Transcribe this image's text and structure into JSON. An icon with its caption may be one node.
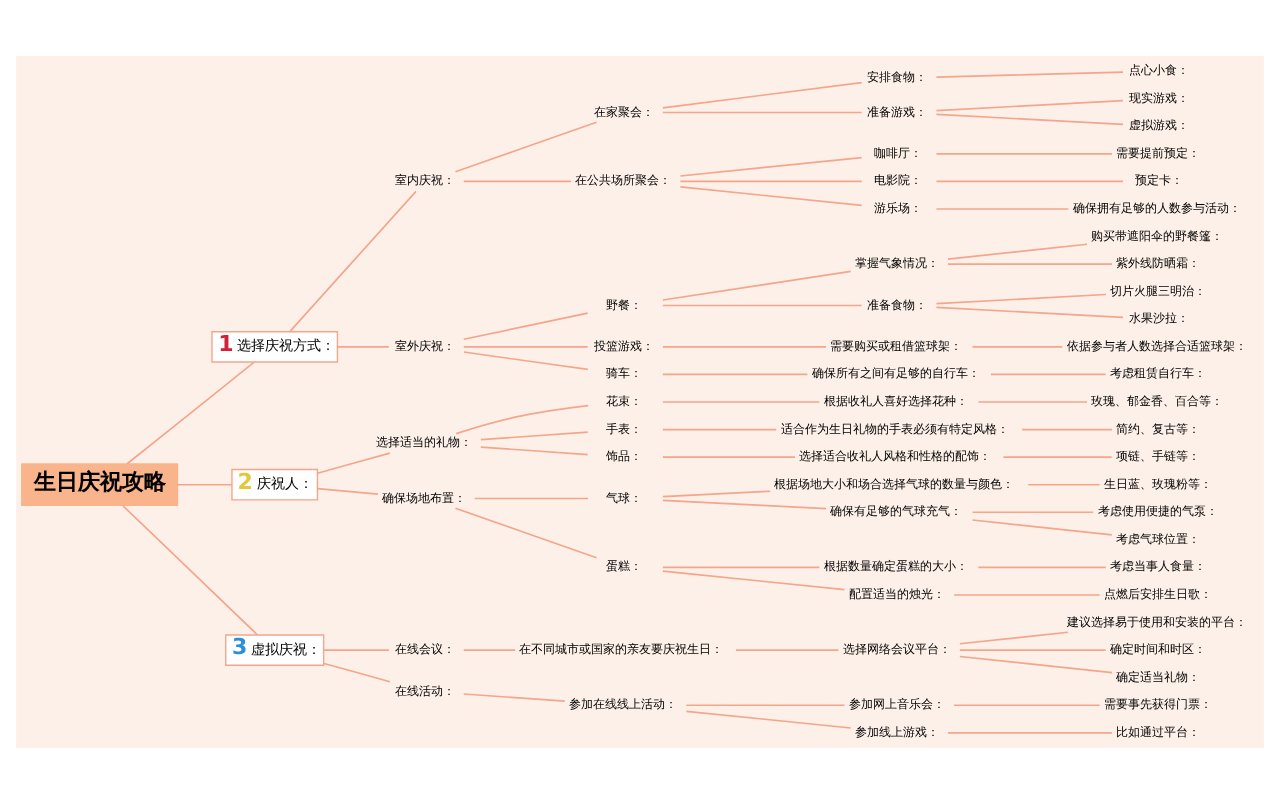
{
  "diagram": {
    "nodes": [
      {
        "text": [
          "生日庆祝攻略"
        ]
      },
      {
        "text": [
          "1",
          "选择庆祝方式："
        ]
      },
      {
        "text": [
          "室内庆祝："
        ]
      },
      {
        "text": [
          "在家聚会："
        ]
      },
      {
        "text": [
          "安排食物："
        ]
      },
      {
        "text": [
          "点心小食："
        ]
      },
      {
        "text": [
          "准备游戏："
        ]
      },
      {
        "text": [
          "现实游戏："
        ]
      },
      {
        "text": [
          "虚拟游戏："
        ]
      },
      {
        "text": [
          "在公共场所聚会："
        ]
      },
      {
        "text": [
          "咖啡厅："
        ]
      },
      {
        "text": [
          "需要提前预定："
        ]
      },
      {
        "text": [
          "电影院："
        ]
      },
      {
        "text": [
          "预定卡："
        ]
      },
      {
        "text": [
          "游乐场："
        ]
      },
      {
        "text": [
          "确保拥有足够的人数参与活动："
        ]
      },
      {
        "text": [
          "室外庆祝："
        ]
      },
      {
        "text": [
          "野餐："
        ]
      },
      {
        "text": [
          "掌握气象情况："
        ]
      },
      {
        "text": [
          "购买带遮阳伞的野餐篷："
        ]
      },
      {
        "text": [
          "紫外线防晒霜："
        ]
      },
      {
        "text": [
          "准备食物："
        ]
      },
      {
        "text": [
          "切片火腿三明治："
        ]
      },
      {
        "text": [
          "水果沙拉："
        ]
      },
      {
        "text": [
          "投篮游戏："
        ]
      },
      {
        "text": [
          "需要购买或租借篮球架："
        ]
      },
      {
        "text": [
          "依据参与者人数选择合适篮球架："
        ]
      },
      {
        "text": [
          "骑车："
        ]
      },
      {
        "text": [
          "确保所有之间有足够的自行车："
        ]
      },
      {
        "text": [
          "考虑租赁自行车："
        ]
      },
      {
        "text": [
          "2",
          "庆祝人："
        ]
      },
      {
        "text": [
          "选择适当的礼物："
        ]
      },
      {
        "text": [
          "花束："
        ]
      },
      {
        "text": [
          "根据收礼人喜好选择花种："
        ]
      },
      {
        "text": [
          "玫瑰、郁金香、百合等："
        ]
      },
      {
        "text": [
          "手表："
        ]
      },
      {
        "text": [
          "适合作为生日礼物的手表必须有特定风格："
        ]
      },
      {
        "text": [
          "简约、复古等："
        ]
      },
      {
        "text": [
          "饰品："
        ]
      },
      {
        "text": [
          "选择适合收礼人风格和性格的配饰："
        ]
      },
      {
        "text": [
          "项链、手链等："
        ]
      },
      {
        "text": [
          "确保场地布置："
        ]
      },
      {
        "text": [
          "气球："
        ]
      },
      {
        "text": [
          "根据场地大小和场合选择气球的数量与颜色："
        ]
      },
      {
        "text": [
          "生日蓝、玫瑰粉等："
        ]
      },
      {
        "text": [
          "确保有足够的气球充气："
        ]
      },
      {
        "text": [
          "考虑使用便捷的气泵："
        ]
      },
      {
        "text": [
          "考虑气球位置："
        ]
      },
      {
        "text": [
          "蛋糕："
        ]
      },
      {
        "text": [
          "根据数量确定蛋糕的大小："
        ]
      },
      {
        "text": [
          "考虑当事人食量："
        ]
      },
      {
        "text": [
          "配置适当的烛光："
        ]
      },
      {
        "text": [
          "点燃后安排生日歌："
        ]
      },
      {
        "text": [
          "3",
          "虚拟庆祝："
        ]
      },
      {
        "text": [
          "在线会议："
        ]
      },
      {
        "text": [
          "在不同城市或国家的亲友要庆祝生日："
        ]
      },
      {
        "text": [
          "选择网络会议平台："
        ]
      },
      {
        "text": [
          "建议选择易于使用和安装的平台："
        ]
      },
      {
        "text": [
          "确定时间和时区："
        ]
      },
      {
        "text": [
          "确定适当礼物："
        ]
      },
      {
        "text": [
          "在线活动："
        ]
      },
      {
        "text": [
          "参加在线线上活动："
        ]
      },
      {
        "text": [
          "参加网上音乐会："
        ]
      },
      {
        "text": [
          "需要事先获得门票："
        ]
      },
      {
        "text": [
          "参加线上游戏："
        ]
      },
      {
        "text": [
          "比如通过平台："
        ]
      }
    ],
    "edges": [
      {
        "from": 0,
        "to": 1,
        "arrow": "none"
      },
      {
        "from": 1,
        "to": 2,
        "arrow": "none"
      },
      {
        "from": 2,
        "to": 3,
        "arrow": "none"
      },
      {
        "from": 3,
        "to": 4,
        "arrow": "none"
      },
      {
        "from": 4,
        "to": 5,
        "arrow": "none"
      },
      {
        "from": 3,
        "to": 6,
        "arrow": "none"
      },
      {
        "from": 6,
        "to": 7,
        "arrow": "none"
      },
      {
        "from": 6,
        "to": 8,
        "arrow": "none"
      },
      {
        "from": 2,
        "to": 9,
        "arrow": "none"
      },
      {
        "from": 9,
        "to": 10,
        "arrow": "none"
      },
      {
        "from": 10,
        "to": 11,
        "arrow": "none"
      },
      {
        "from": 9,
        "to": 12,
        "arrow": "none"
      },
      {
        "from": 12,
        "to": 13,
        "arrow": "none"
      },
      {
        "from": 9,
        "to": 14,
        "arrow": "none"
      },
      {
        "from": 14,
        "to": 15,
        "arrow": "none"
      },
      {
        "from": 1,
        "to": 16,
        "arrow": "none"
      },
      {
        "from": 16,
        "to": 17,
        "arrow": "none"
      },
      {
        "from": 17,
        "to": 18,
        "arrow": "none"
      },
      {
        "from": 18,
        "to": 19,
        "arrow": "none"
      },
      {
        "from": 18,
        "to": 20,
        "arrow": "none"
      },
      {
        "from": 17,
        "to": 21,
        "arrow": "none"
      },
      {
        "from": 21,
        "to": 22,
        "arrow": "none"
      },
      {
        "from": 21,
        "to": 23,
        "arrow": "none"
      },
      {
        "from": 16,
        "to": 24,
        "arrow": "none"
      },
      {
        "from": 24,
        "to": 25,
        "arrow": "none"
      },
      {
        "from": 25,
        "to": 26,
        "arrow": "none"
      },
      {
        "from": 16,
        "to": 27,
        "arrow": "none"
      },
      {
        "from": 27,
        "to": 28,
        "arrow": "none"
      },
      {
        "from": 28,
        "to": 29,
        "arrow": "none"
      },
      {
        "from": 0,
        "to": 30,
        "arrow": "none"
      },
      {
        "from": 30,
        "to": 31,
        "arrow": "none"
      },
      {
        "from": 31,
        "to": 32,
        "arrow": "none"
      },
      {
        "from": 32,
        "to": 33,
        "arrow": "none"
      },
      {
        "from": 33,
        "to": 34,
        "arrow": "none"
      },
      {
        "from": 31,
        "to": 35,
        "arrow": "none"
      },
      {
        "from": 35,
        "to": 36,
        "arrow": "none"
      },
      {
        "from": 36,
        "to": 37,
        "arrow": "none"
      },
      {
        "from": 31,
        "to": 38,
        "arrow": "none"
      },
      {
        "from": 38,
        "to": 39,
        "arrow": "none"
      },
      {
        "from": 39,
        "to": 40,
        "arrow": "none"
      },
      {
        "from": 30,
        "to": 41,
        "arrow": "none"
      },
      {
        "from": 41,
        "to": 42,
        "arrow": "none"
      },
      {
        "from": 42,
        "to": 43,
        "arrow": "none"
      },
      {
        "from": 43,
        "to": 44,
        "arrow": "none"
      },
      {
        "from": 42,
        "to": 45,
        "arrow": "none"
      },
      {
        "from": 45,
        "to": 46,
        "arrow": "none"
      },
      {
        "from": 45,
        "to": 47,
        "arrow": "none"
      },
      {
        "from": 41,
        "to": 48,
        "arrow": "none"
      },
      {
        "from": 48,
        "to": 49,
        "arrow": "none"
      },
      {
        "from": 49,
        "to": 50,
        "arrow": "none"
      },
      {
        "from": 48,
        "to": 51,
        "arrow": "none"
      },
      {
        "from": 51,
        "to": 52,
        "arrow": "none"
      },
      {
        "from": 0,
        "to": 53,
        "arrow": "none"
      },
      {
        "from": 53,
        "to": 54,
        "arrow": "none"
      },
      {
        "from": 54,
        "to": 55,
        "arrow": "none"
      },
      {
        "from": 55,
        "to": 56,
        "arrow": "none"
      },
      {
        "from": 56,
        "to": 57,
        "arrow": "none"
      },
      {
        "from": 56,
        "to": 58,
        "arrow": "none"
      },
      {
        "from": 56,
        "to": 59,
        "arrow": "none"
      },
      {
        "from": 53,
        "to": 60,
        "arrow": "none"
      },
      {
        "from": 60,
        "to": 61,
        "arrow": "none"
      },
      {
        "from": 61,
        "to": 62,
        "arrow": "none"
      },
      {
        "from": 62,
        "to": 63,
        "arrow": "none"
      },
      {
        "from": 61,
        "to": 64,
        "arrow": "none"
      },
      {
        "from": 64,
        "to": 65,
        "arrow": "none"
      }
    ]
  }
}
